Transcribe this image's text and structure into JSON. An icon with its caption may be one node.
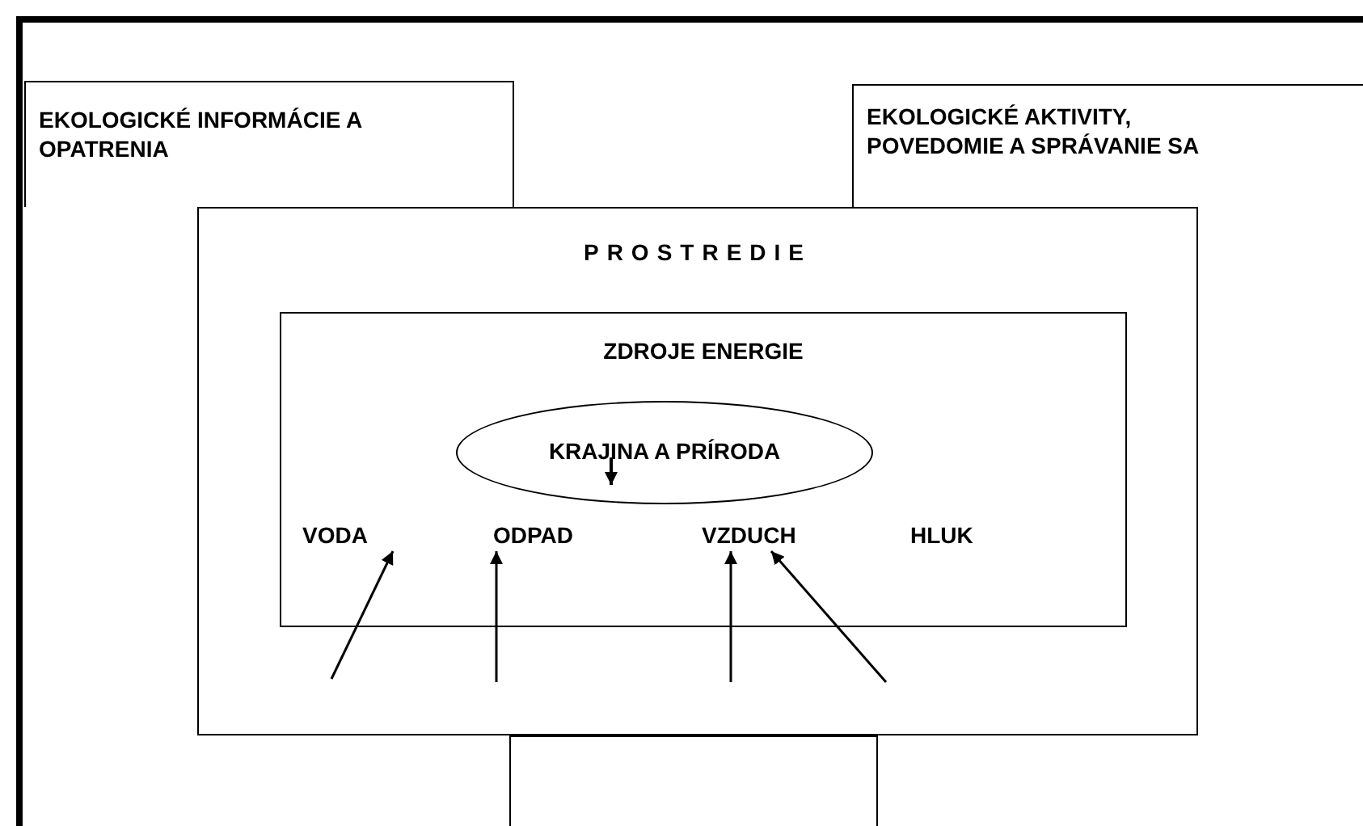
{
  "diagram": {
    "nodes": [
      {
        "text": [
          "EKOLOGICKÉ INFORMÁCIE A OPATRENIA"
        ]
      },
      {
        "text": [
          "EKOLOGICKÉ AKTIVITY, POVEDOMIE A SPRÁVANIE SA"
        ]
      },
      {
        "text": [
          "PROSTREDIE"
        ]
      },
      {
        "text": [
          "ZDROJE ENERGIE"
        ],
        "in": 2
      },
      {
        "text": [
          "KRAJINA A PRÍRODA"
        ],
        "in": 3
      },
      {
        "text": [
          "VODA"
        ],
        "in": 3
      },
      {
        "text": [
          "ODPAD"
        ],
        "in": 3
      },
      {
        "text": [
          "VZDUCH"
        ],
        "in": 3
      },
      {
        "text": [
          "HLUK"
        ],
        "in": 3
      },
      {
        "text": [],
        "shape": "box"
      }
    ],
    "edges": [
      {
        "from": null,
        "to": 5,
        "arrow": "to"
      },
      {
        "from": null,
        "to": 6,
        "arrow": "to"
      },
      {
        "from": null,
        "to": 7,
        "arrow": "to"
      },
      {
        "from": null,
        "to": 7,
        "arrow": "to"
      }
    ]
  }
}
